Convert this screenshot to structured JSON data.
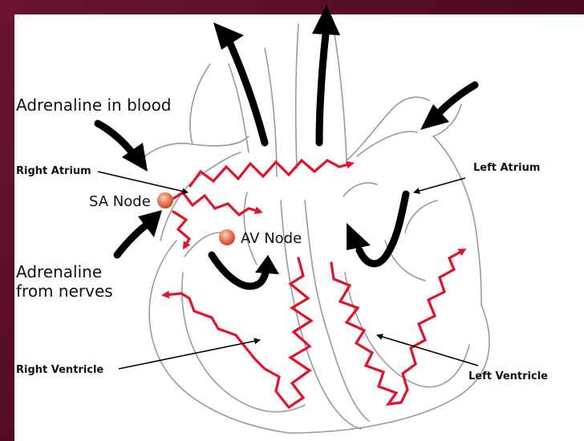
{
  "diagram": {
    "labels": {
      "adrenaline_blood": "Adrenaline in blood",
      "right_atrium": "Right Atrium",
      "sa_node": "SA Node",
      "av_node": "AV Node",
      "adrenaline_nerves_line1": "Adrenaline",
      "adrenaline_nerves_line2": "from nerves",
      "right_ventricle": "Right Ventricle",
      "left_atrium": "Left Atrium",
      "left_ventricle": "Left Ventricle"
    },
    "colors": {
      "background": "#5a0d24",
      "panel": "#ffffff",
      "impulse": "#e3122a",
      "node": "#e8704a",
      "outline": "#9a9a9a",
      "arrow": "#000000"
    }
  }
}
